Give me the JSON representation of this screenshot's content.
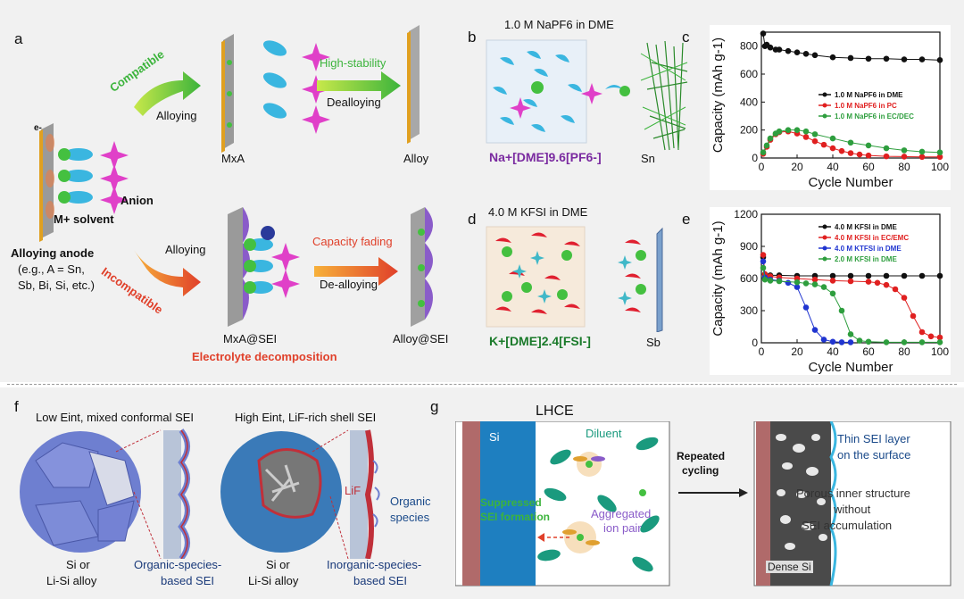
{
  "panel_a": {
    "label": "a",
    "compatible": "Compatible",
    "incompatible": "Incompatible",
    "alloying_top": "Alloying",
    "alloying_bottom": "Alloying",
    "high_stability": "High-stability",
    "dealloying": "Dealloying",
    "capacity_fading": "Capacity fading",
    "de_alloying": "De-alloying",
    "mxa": "MxA",
    "alloy": "Alloy",
    "mxa_sei": "MxA@SEI",
    "alloy_sei": "Alloy@SEI",
    "electrolyte_decomposition": "Electrolyte decomposition",
    "anion": "Anion",
    "m_solvent": "M+ solvent",
    "e_minus": "e-",
    "alloying_anode": "Alloying anode",
    "eg_line1": "(e.g., A = Sn,",
    "eg_line2": "Sb, Bi, Si, etc.)"
  },
  "panel_b": {
    "label": "b",
    "title": "1.0 M NaPF6 in DME",
    "formula": "Na+[DME]9.6[PF6-]",
    "metal": "Sn"
  },
  "panel_d": {
    "label": "d",
    "title": "4.0 M KFSI in DME",
    "formula": "K+[DME]2.4[FSI-]",
    "metal": "Sb"
  },
  "chart_data": [
    {
      "id": "c",
      "label": "c",
      "type": "scatter",
      "xlabel": "Cycle Number",
      "ylabel": "Capacity (mAh g-1)",
      "xlim": [
        0,
        100
      ],
      "ylim": [
        0,
        900
      ],
      "xticks": [
        0,
        20,
        40,
        60,
        80,
        100
      ],
      "yticks": [
        0,
        200,
        400,
        600,
        800
      ],
      "legend_position": "center-right",
      "series": [
        {
          "name": "1.0 M NaPF6 in DME",
          "color": "#111111",
          "x": [
            1,
            2,
            3,
            5,
            8,
            10,
            15,
            20,
            25,
            30,
            40,
            50,
            60,
            70,
            80,
            90,
            100
          ],
          "y": [
            890,
            800,
            810,
            790,
            775,
            775,
            765,
            755,
            745,
            735,
            720,
            715,
            710,
            710,
            705,
            705,
            700
          ]
        },
        {
          "name": "1.0 M NaPF6 in PC",
          "color": "#e02020",
          "x": [
            1,
            3,
            5,
            8,
            10,
            15,
            20,
            25,
            30,
            35,
            40,
            45,
            50,
            55,
            60,
            70,
            80,
            90,
            100
          ],
          "y": [
            30,
            80,
            130,
            170,
            185,
            190,
            175,
            150,
            120,
            95,
            70,
            50,
            35,
            25,
            18,
            12,
            10,
            8,
            8
          ]
        },
        {
          "name": "1.0 M NaPF6 in EC/DEC",
          "color": "#2e9e3e",
          "x": [
            1,
            3,
            5,
            8,
            10,
            15,
            20,
            25,
            30,
            40,
            50,
            60,
            70,
            80,
            90,
            100
          ],
          "y": [
            40,
            90,
            140,
            175,
            190,
            200,
            200,
            190,
            170,
            140,
            110,
            90,
            70,
            55,
            45,
            40
          ]
        }
      ]
    },
    {
      "id": "e",
      "label": "e",
      "type": "scatter",
      "xlabel": "Cycle Number",
      "ylabel": "Capacity (mAh g-1)",
      "xlim": [
        0,
        100
      ],
      "ylim": [
        0,
        1200
      ],
      "xticks": [
        0,
        20,
        40,
        60,
        80,
        100
      ],
      "yticks": [
        0,
        300,
        600,
        900,
        1200
      ],
      "legend_position": "top-right",
      "series": [
        {
          "name": "4.0 M KFSI in DME",
          "color": "#111111",
          "x": [
            1,
            2,
            5,
            10,
            20,
            30,
            40,
            50,
            60,
            70,
            80,
            90,
            100
          ],
          "y": [
            800,
            640,
            630,
            630,
            625,
            625,
            625,
            625,
            625,
            625,
            625,
            625,
            625
          ]
        },
        {
          "name": "4.0 M KFSI in EC/EMC",
          "color": "#e02020",
          "x": [
            1,
            2,
            5,
            10,
            20,
            30,
            40,
            50,
            60,
            65,
            70,
            75,
            80,
            85,
            90,
            95,
            100
          ],
          "y": [
            820,
            640,
            620,
            610,
            600,
            590,
            580,
            575,
            570,
            560,
            540,
            500,
            420,
            250,
            100,
            60,
            50
          ]
        },
        {
          "name": "4.0 M KTFSI in DME",
          "color": "#2035d0",
          "x": [
            1,
            2,
            5,
            10,
            15,
            20,
            25,
            30,
            35,
            40,
            45,
            50
          ],
          "y": [
            760,
            610,
            590,
            580,
            560,
            520,
            330,
            120,
            30,
            10,
            5,
            5
          ]
        },
        {
          "name": "2.0 M KFSI in DME",
          "color": "#2e9e3e",
          "x": [
            1,
            2,
            5,
            10,
            20,
            25,
            30,
            35,
            40,
            45,
            50,
            55,
            60,
            70,
            80,
            90,
            100
          ],
          "y": [
            700,
            590,
            580,
            575,
            565,
            555,
            545,
            520,
            460,
            300,
            80,
            20,
            10,
            5,
            5,
            5,
            5
          ]
        }
      ]
    }
  ],
  "panel_f": {
    "label": "f",
    "low_title": "Low Eint, mixed conformal SEI",
    "high_title": "High Eint, LiF-rich shell SEI",
    "si_left_1": "Si or",
    "si_left_2": "Li-Si alloy",
    "si_right_1": "Si or",
    "si_right_2": "Li-Si alloy",
    "organic_sei_1": "Organic-species-",
    "organic_sei_2": "based SEI",
    "inorganic_sei_1": "Inorganic-species-",
    "inorganic_sei_2": "based SEI",
    "lif": "LiF",
    "organic_1": "Organic",
    "organic_2": "species"
  },
  "panel_g": {
    "label": "g",
    "title": "LHCE",
    "si": "Si",
    "diluent": "Diluent",
    "suppressed_1": "Suppressed",
    "suppressed_2": "SEI formation",
    "aggregated_1": "Aggregated",
    "aggregated_2": "ion pair",
    "repeated_1": "Repeated",
    "repeated_2": "cycling",
    "thin_1": "Thin SEI layer",
    "thin_2": "on the surface",
    "porous_1": "Porous inner structure",
    "porous_2": "without",
    "porous_3": "SEI accumulation",
    "dense_si": "Dense Si"
  },
  "colors": {
    "compatible_green": "#3cb43c",
    "incompatible_red": "#e0402a",
    "sei_purple": "#8a5cc9",
    "cyan_solvent": "#3ab6e0",
    "anion_magenta": "#e040c8",
    "cation_green": "#44c040",
    "si_blue": "#1e7fc0",
    "diluent_teal": "#1a9a7e"
  }
}
